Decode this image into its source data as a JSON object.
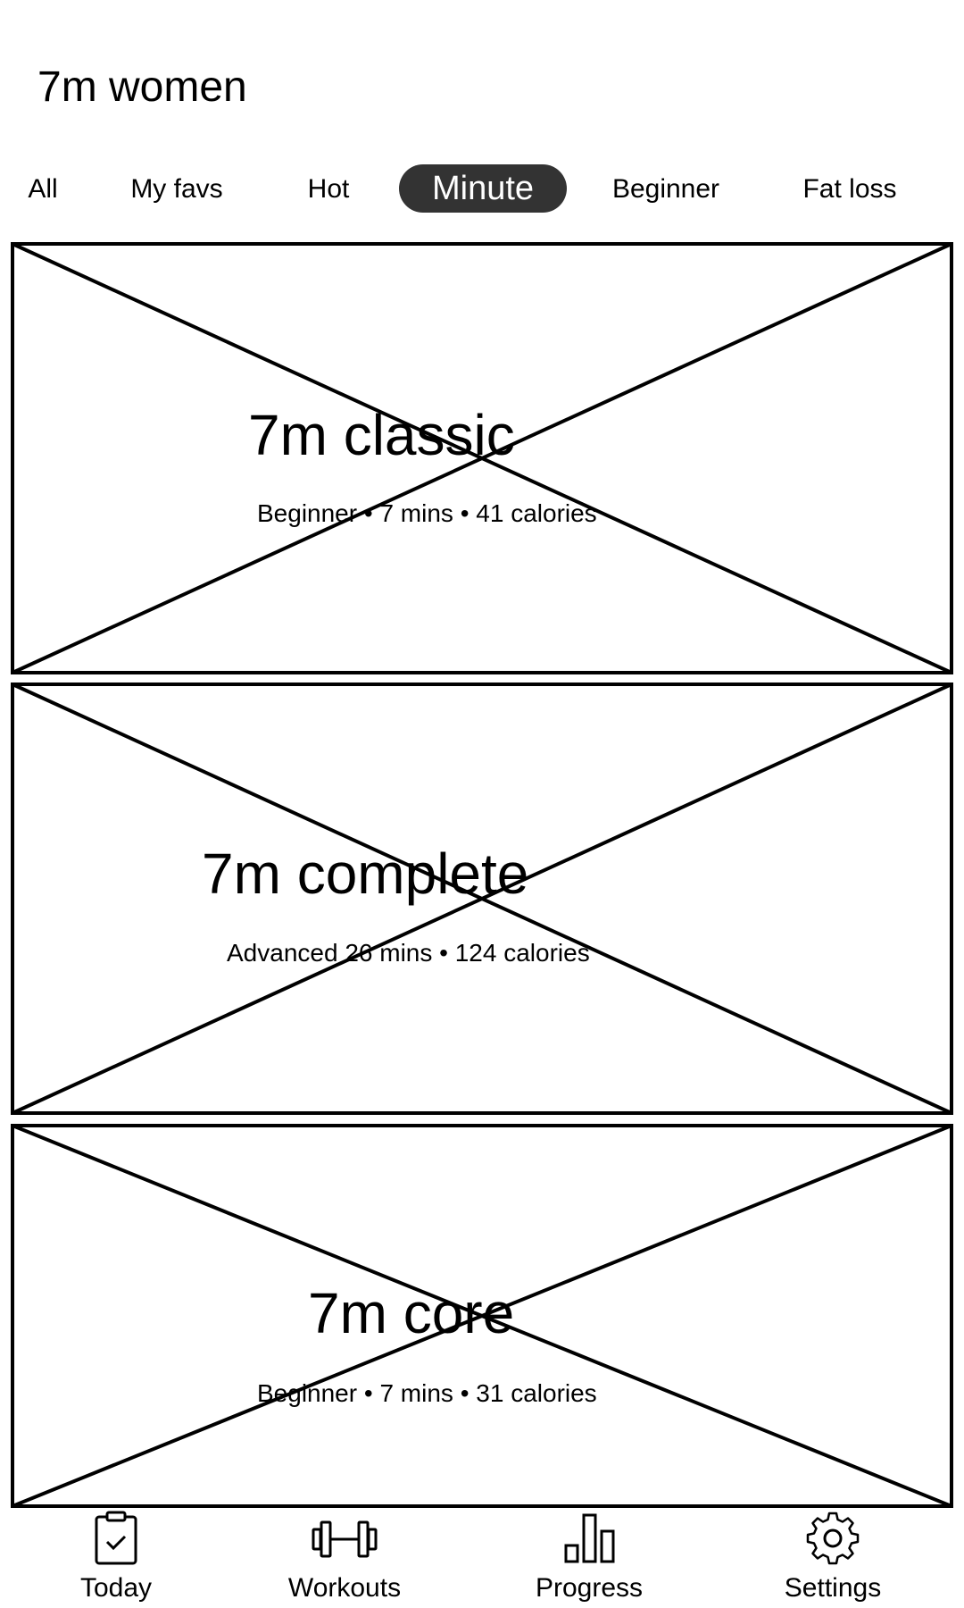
{
  "header": {
    "title": "7m women"
  },
  "tabs": [
    {
      "label": "All",
      "active": false
    },
    {
      "label": "My favs",
      "active": false
    },
    {
      "label": "Hot",
      "active": false
    },
    {
      "label": "Minute",
      "active": true
    },
    {
      "label": "Beginner",
      "active": false
    },
    {
      "label": "Fat loss",
      "active": false
    }
  ],
  "workouts": [
    {
      "title": "7m classic",
      "meta": "Beginner • 7 mins • 41 calories"
    },
    {
      "title": "7m complete",
      "meta": "Advanced 26 mins • 124 calories"
    },
    {
      "title": "7m core",
      "meta": "Beginner • 7 mins • 31 calories"
    }
  ],
  "bottom_nav": [
    {
      "label": "Today",
      "icon": "clipboard-check-icon"
    },
    {
      "label": "Workouts",
      "icon": "dumbbell-icon"
    },
    {
      "label": "Progress",
      "icon": "bar-chart-icon"
    },
    {
      "label": "Settings",
      "icon": "gear-icon"
    }
  ],
  "colors": {
    "active_tab_bg": "#333333",
    "active_tab_text": "#ffffff",
    "text": "#000000"
  }
}
